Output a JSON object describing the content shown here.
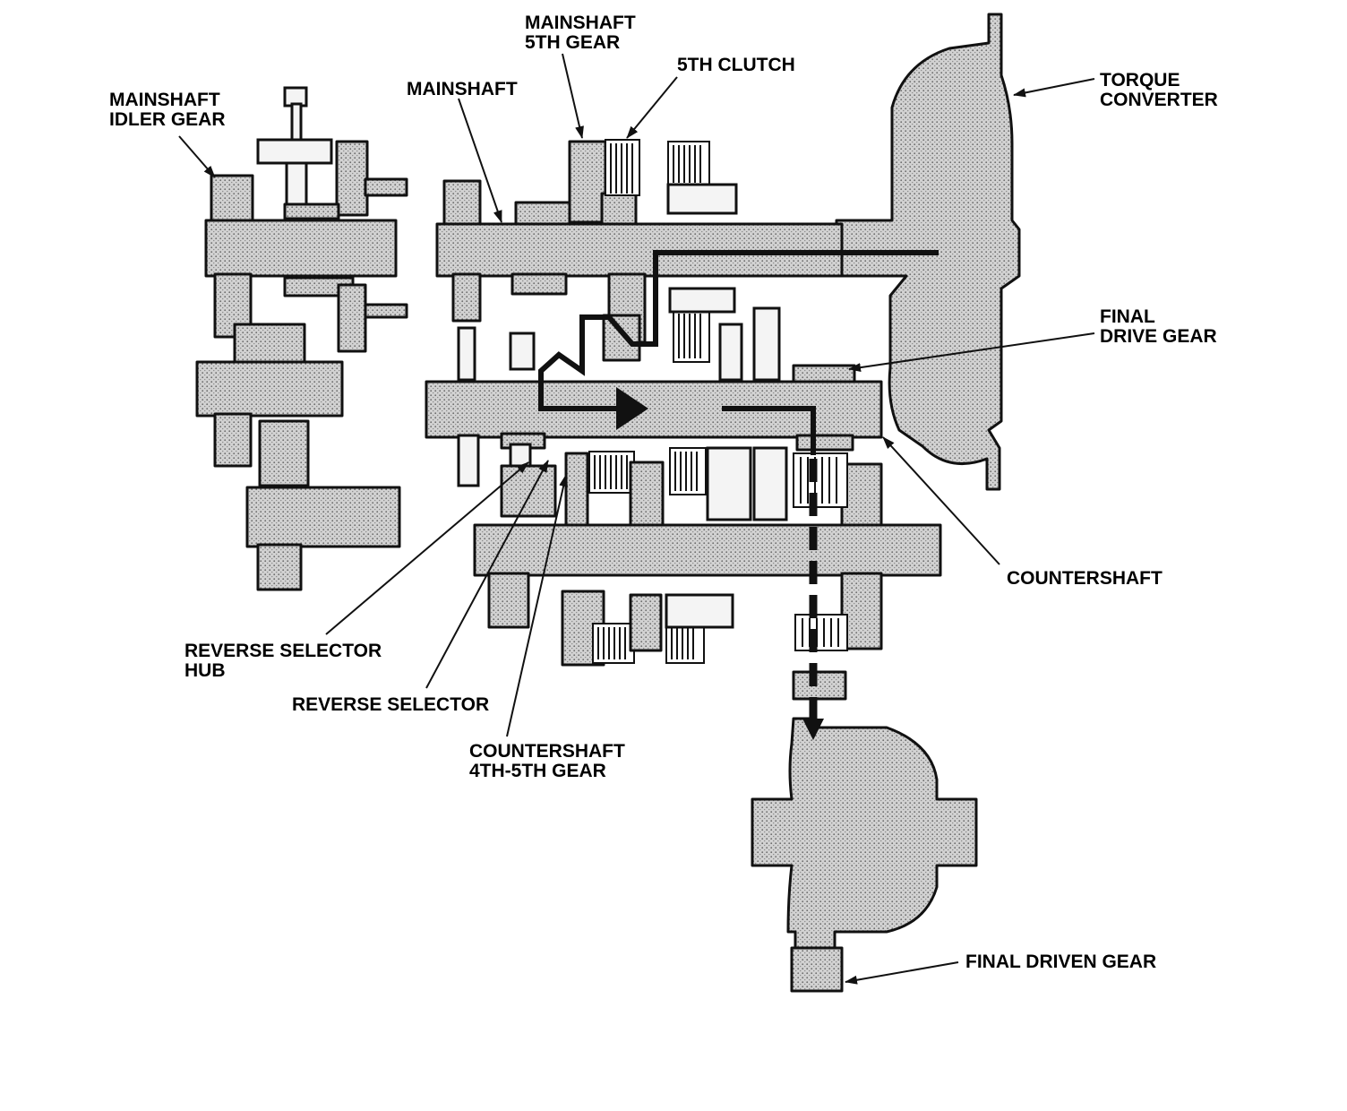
{
  "labels": {
    "mainshaft_5th_gear": [
      "MAINSHAFT",
      "5TH GEAR"
    ],
    "fifth_clutch": [
      "5TH CLUTCH"
    ],
    "mainshaft": [
      "MAINSHAFT"
    ],
    "mainshaft_idler_gear": [
      "MAINSHAFT",
      "IDLER GEAR"
    ],
    "torque_converter": [
      "TORQUE",
      "CONVERTER"
    ],
    "final_drive_gear": [
      "FINAL",
      "DRIVE GEAR"
    ],
    "countershaft": [
      "COUNTERSHAFT"
    ],
    "reverse_selector_hub": [
      "REVERSE SELECTOR",
      "HUB"
    ],
    "reverse_selector": [
      "REVERSE SELECTOR"
    ],
    "countershaft_4th_5th_gear": [
      "COUNTERSHAFT",
      "4TH-5TH GEAR"
    ],
    "final_driven_gear": [
      "FINAL DRIVEN GEAR"
    ]
  },
  "colors": {
    "line": "#111111",
    "part_fill": "#c8c8c8",
    "background": "#ffffff"
  }
}
